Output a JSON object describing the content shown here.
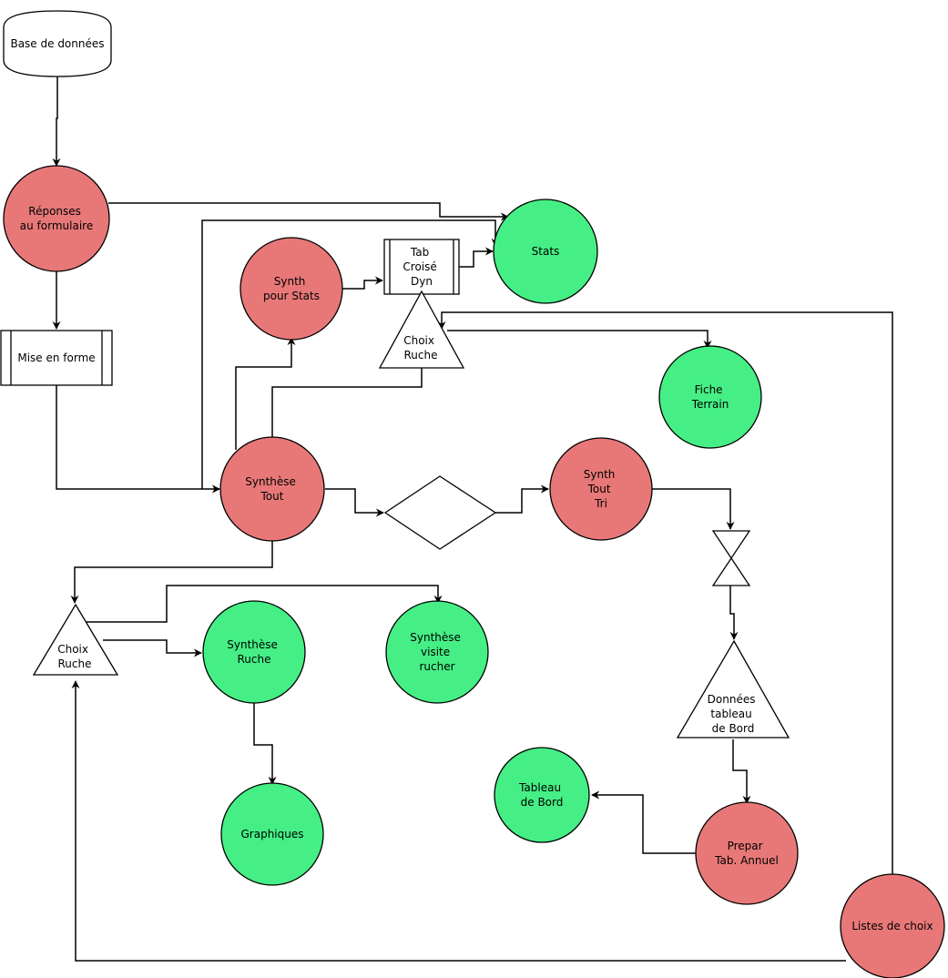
{
  "colors": {
    "red_node": "#e87878",
    "green_node": "#45ef85",
    "stroke": "#000000",
    "background": "#ffffff"
  },
  "nodes": {
    "db": [
      "Base de données"
    ],
    "reponses": [
      "Réponses",
      "au formulaire"
    ],
    "mise": [
      "Mise en forme"
    ],
    "synth_stats": [
      "Synth",
      "pour Stats"
    ],
    "tab": [
      "Tab",
      "Croisé",
      "Dyn"
    ],
    "stats": [
      "Stats"
    ],
    "choix_top": [
      "Choix",
      "Ruche"
    ],
    "fiche": [
      "Fiche",
      "Terrain"
    ],
    "synthese_tout": [
      "Synthèse",
      "Tout"
    ],
    "synth_tri": [
      "Synth",
      "Tout",
      "Tri"
    ],
    "choix_left": [
      "Choix",
      "Ruche"
    ],
    "synthese_ruche": [
      "Synthèse",
      "Ruche"
    ],
    "visite": [
      "Synthèse",
      "visite",
      "rucher"
    ],
    "donnees": [
      "Données",
      "tableau",
      "de Bord"
    ],
    "graphiques": [
      "Graphiques"
    ],
    "tableau": [
      "Tableau",
      "de Bord"
    ],
    "prepar": [
      "Prepar",
      "Tab. Annuel"
    ],
    "listes": [
      "Listes de choix"
    ]
  }
}
